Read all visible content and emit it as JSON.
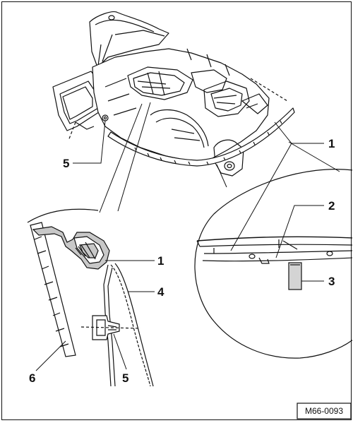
{
  "callouts": {
    "c1_top": "1",
    "c2": "2",
    "c3": "3",
    "c5_top": "5",
    "c1_detail": "1",
    "c4": "4",
    "c6": "6",
    "c5_detail": "5"
  },
  "reference": "M66-0093",
  "icons": [
    "car-body-illustration",
    "seal-section-detail",
    "strip-closeup-detail"
  ],
  "colors": {
    "line": "#111111",
    "seal_fill": "#c8c8c8",
    "strip_fill": "#d4d4d4",
    "background": "#ffffff"
  }
}
